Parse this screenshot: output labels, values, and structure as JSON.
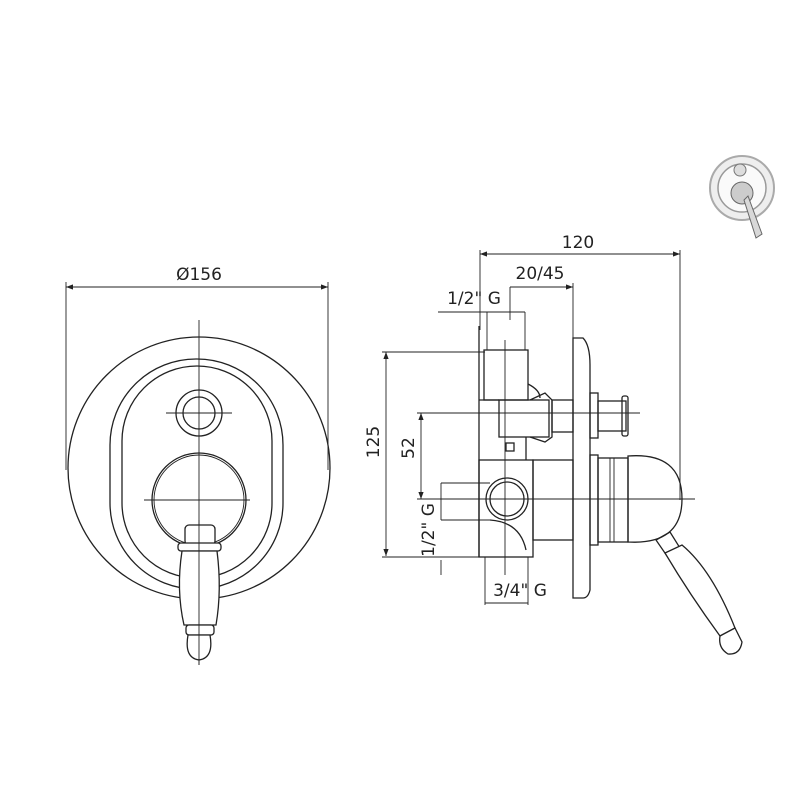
{
  "front_view": {
    "diameter_label": "Ø156"
  },
  "side_view": {
    "overall_depth_label": "120",
    "wall_depth_label": "20/45",
    "top_outlet_label": "1/2\" G",
    "height_label": "125",
    "centre_distance_label": "52",
    "side_outlet_label": "1/2\" G",
    "inlet_label": "3/4\" G"
  },
  "colors": {
    "line": "#222222",
    "chrome": "#b8b8b8"
  }
}
